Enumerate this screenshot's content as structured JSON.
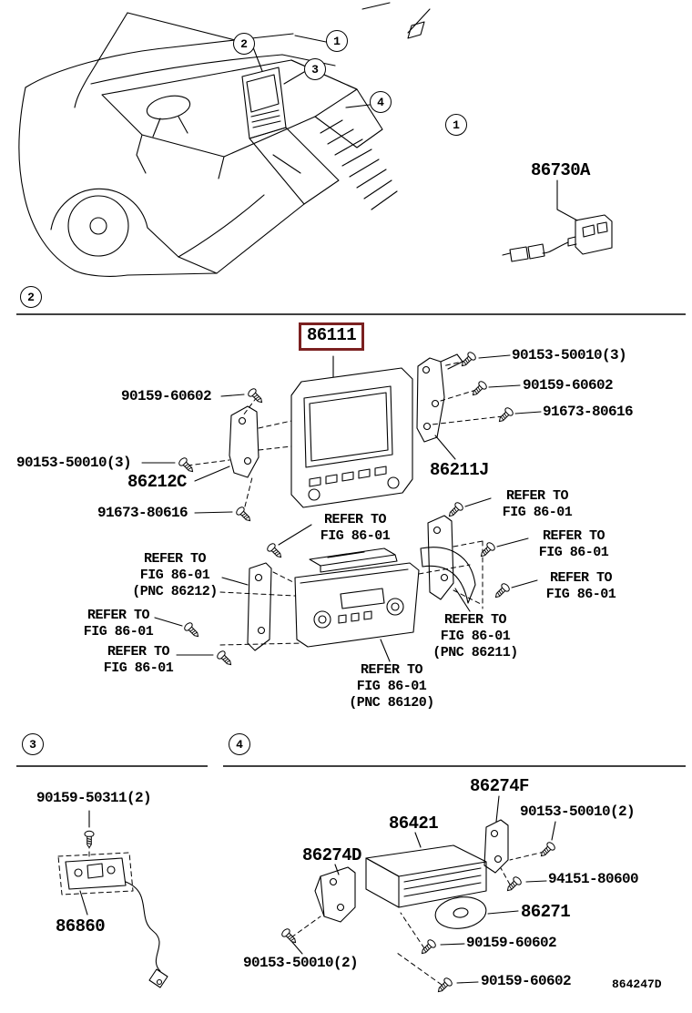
{
  "figure": {
    "code": "864247D"
  },
  "colors": {
    "highlight": "#7b2020"
  },
  "badges": {
    "b1": "1",
    "b2": "2",
    "b3": "3",
    "b4": "4"
  },
  "s1": {
    "p86730a": "86730A"
  },
  "s2": {
    "p86111": "86111",
    "n90153_r": "90153-50010(3)",
    "n90159_r": "90159-60602",
    "n91673_r": "91673-80616",
    "n90159_l": "90159-60602",
    "n90153_l": "90153-50010(3)",
    "p86212c": "86212C",
    "p86211j": "86211J",
    "n91673_l": "91673-80616",
    "ref_center": "REFER TO\nFIG 86-01",
    "ref_r1": "REFER TO\nFIG 86-01",
    "ref_r2": "REFER TO\nFIG 86-01",
    "ref_r3": "REFER TO\nFIG 86-01",
    "ref_l1": "REFER TO\nFIG 86-01\n(PNC 86212)",
    "ref_l2": "REFER TO\nFIG 86-01",
    "ref_l3": "REFER TO\nFIG 86-01",
    "ref_r4": "REFER TO\nFIG 86-01\n(PNC 86211)",
    "ref_b1": "REFER TO\nFIG 86-01\n(PNC 86120)"
  },
  "s3": {
    "n90159_50311": "90159-50311(2)",
    "p86860": "86860"
  },
  "s4": {
    "p86274f": "86274F",
    "p86421": "86421",
    "n90153_t": "90153-50010(2)",
    "p86274d": "86274D",
    "n94151": "94151-80600",
    "p86271": "86271",
    "n90159_m": "90159-60602",
    "n90153_b": "90153-50010(2)",
    "n90159_b": "90159-60602"
  }
}
